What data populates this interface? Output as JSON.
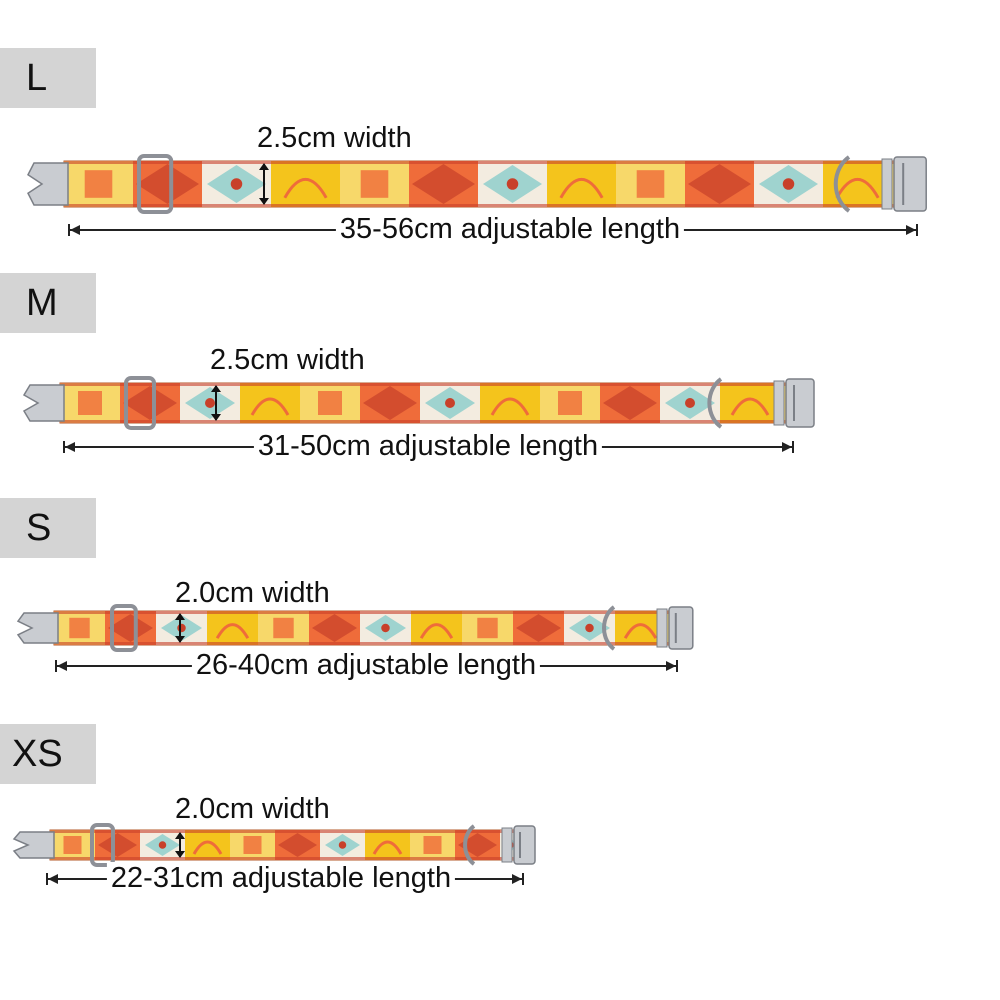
{
  "sizes": [
    {
      "size": "L",
      "width_label": "2.5cm width",
      "length_label": "35-56cm adjustable length"
    },
    {
      "size": "M",
      "width_label": "2.5cm width",
      "length_label": "31-50cm adjustable length"
    },
    {
      "size": "S",
      "width_label": "2.0cm width",
      "length_label": "26-40cm adjustable length"
    },
    {
      "size": "XS",
      "width_label": "2.0cm width",
      "length_label": "22-31cm adjustable length"
    }
  ],
  "colors": {
    "tab_background": "#d4d4d4",
    "pattern_yellow": "#f4c41c",
    "pattern_orange": "#ef6c3a",
    "pattern_red": "#c8402a",
    "pattern_teal": "#9fd3cf",
    "metal": "#c9ccd1"
  },
  "icons": [
    "buckle-icon",
    "slide-adjuster-icon",
    "d-ring-icon",
    "clip-buckle-icon"
  ]
}
